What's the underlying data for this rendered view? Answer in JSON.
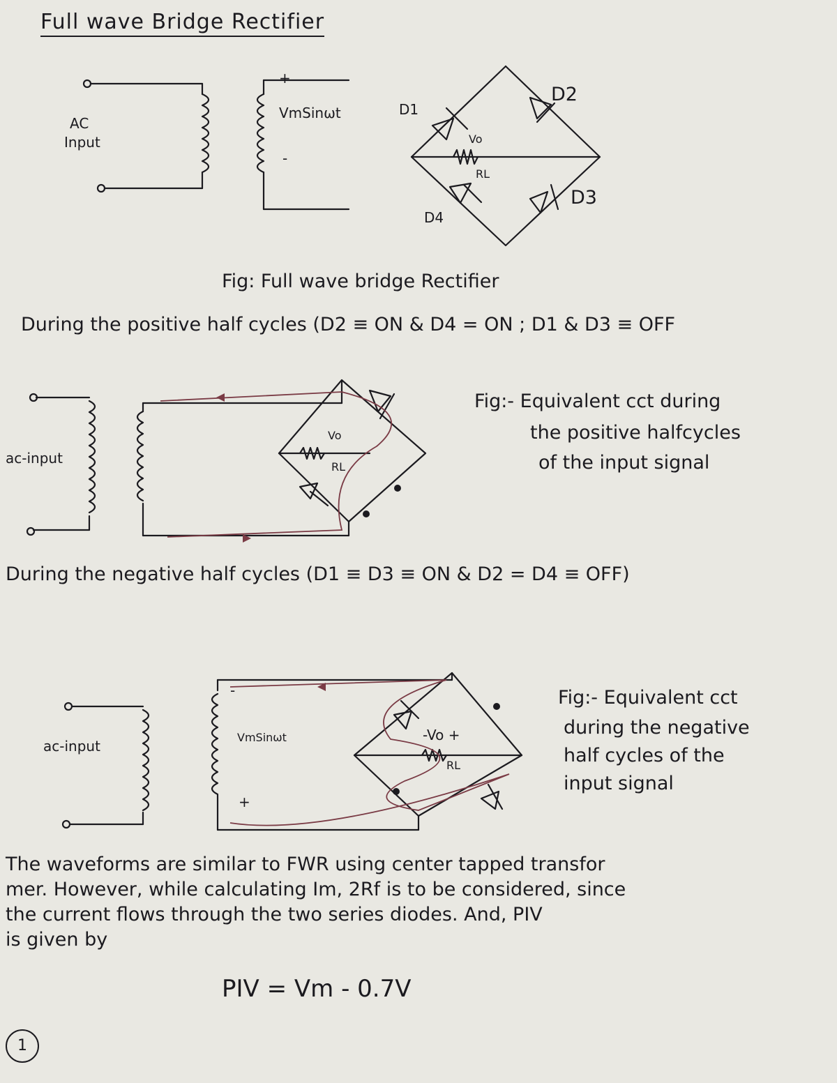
{
  "title": "Full wave Bridge Rectifier",
  "fig1": {
    "ac_label": "AC",
    "input_label": "Input",
    "plus": "+",
    "minus": "-",
    "source_label": "VmSinωt",
    "d1": "D1",
    "d2": "D2",
    "d3": "D3",
    "d4": "D4",
    "vo_label": "Vo",
    "rl_label": "RL",
    "caption": "Fig: Full wave bridge Rectifier"
  },
  "positive_heading": "During the positive half cycles (D2 ≡ ON & D4 = ON ; D1 & D3 ≡ OFF",
  "fig2": {
    "ac_label": "ac-input",
    "vo_label": "Vo",
    "rl_label": "RL",
    "caption_lines": [
      "Fig:- Equivalent cct during",
      "the positive halfcycles",
      "of the input signal"
    ]
  },
  "negative_heading": "During the negative half cycles (D1 ≡ D3 ≡ ON & D2 = D4 ≡ OFF)",
  "fig3": {
    "ac_label": "ac-input",
    "source_label": "VmSinωt",
    "minus": "-",
    "plus": "+",
    "vo_label": "-Vo +",
    "rl_label": "RL",
    "caption_lines": [
      "Fig:- Equivalent cct",
      "during the negative",
      "half cycles of the",
      "input signal"
    ]
  },
  "paragraph_lines": [
    "The waveforms are similar to FWR using center tapped transfor",
    "mer. However, while calculating Im, 2Rf is to be considered, since",
    "the current flows through the two series diodes. And, PIV",
    "is given by"
  ],
  "formula": "PIV = Vm - 0.7V",
  "page_number": "1"
}
